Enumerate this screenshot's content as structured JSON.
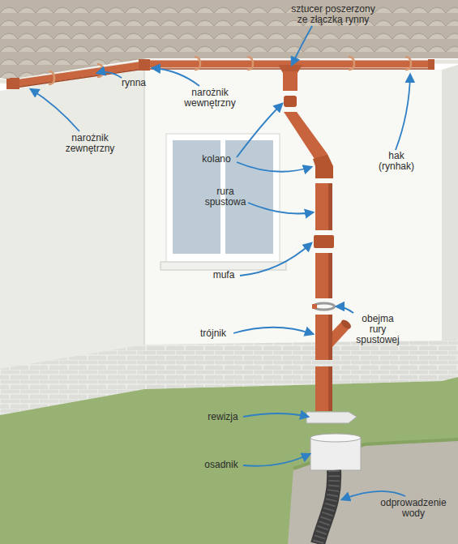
{
  "diagram": {
    "labels": [
      "sztucer poszerzony ze złączką rynny",
      "rynna",
      "narożnik wewnętrzny",
      "narożnik zewnętrzny",
      "kolano",
      "hak (rynhak)",
      "rura spustowa",
      "mufa",
      "obejma rury spustowej",
      "trójnik",
      "rewizja",
      "osadnik",
      "odprowadzenie wody"
    ]
  }
}
